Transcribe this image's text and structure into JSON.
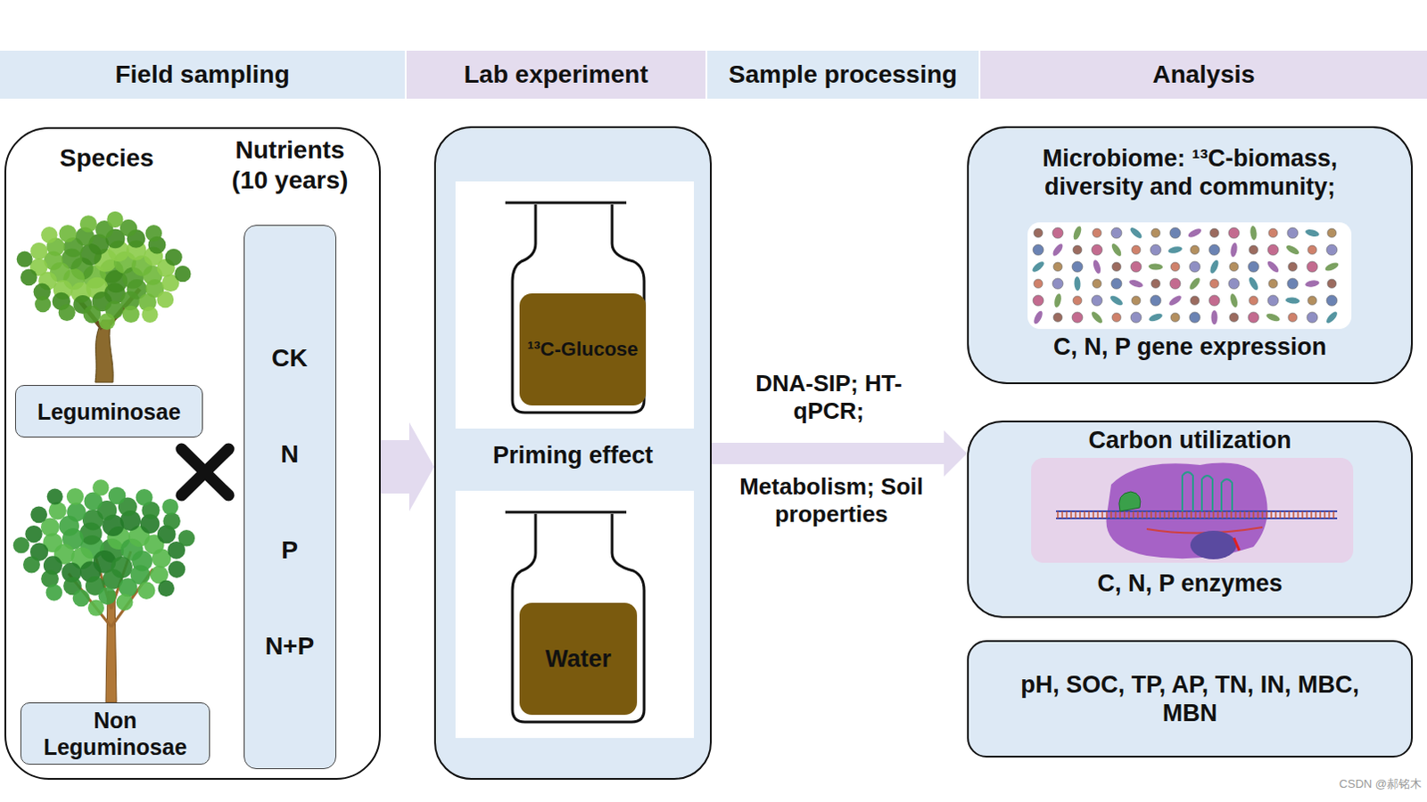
{
  "diagram": {
    "nodes": [
      {
        "text": [
          "Field sampling"
        ]
      },
      {
        "text": [
          "Lab experiment"
        ]
      },
      {
        "text": [
          "Sample processing"
        ]
      },
      {
        "text": [
          "Analysis"
        ]
      },
      {
        "text": [
          "Species"
        ]
      },
      {
        "text": [
          "Leguminosae"
        ],
        "in": 4
      },
      {
        "text": [
          "Non Leguminosae"
        ],
        "in": 4
      },
      {
        "text": [
          "Nutrients (10 years)",
          "CK",
          "N",
          "P",
          "N+P"
        ],
        "in": 4
      },
      {
        "text": [
          "Priming effect"
        ]
      },
      {
        "text": [
          "¹³C-Glucose"
        ],
        "in": 8
      },
      {
        "text": [
          "Water"
        ],
        "in": 8
      },
      {
        "text": [
          "Microbiome: ¹³C-biomass, diversity and community;",
          "C, N, P gene expression"
        ]
      },
      {
        "text": [
          "Carbon utilization",
          "C, N, P enzymes"
        ]
      },
      {
        "text": [
          "pH, SOC, TP, AP, TN, IN, MBC, MBN"
        ]
      }
    ],
    "edges": [
      {
        "from": 4,
        "to": 8,
        "arrow": "to"
      },
      {
        "from": 8,
        "to": 12,
        "arrow": "to",
        "label": "DNA-SIP; HT-qPCR;"
      }
    ],
    "labels": [
      "Metabolism; Soil properties",
      "CSDN @郝铭木"
    ]
  }
}
